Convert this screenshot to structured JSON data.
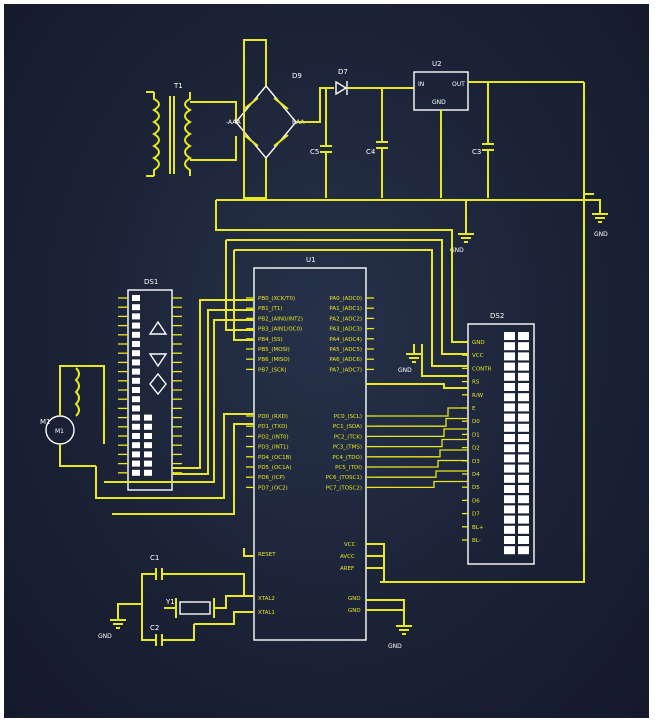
{
  "colors": {
    "wire": "#e8e81e",
    "outline": "#ffffff",
    "background": "#1b2236"
  },
  "refs": {
    "t1": "T1",
    "d9": "D9",
    "d7": "D7",
    "u2": "U2",
    "u1": "U1",
    "ds1": "DS1",
    "ds2": "DS2",
    "c5": "C5",
    "c4": "C4",
    "c3": "C3",
    "c1": "C1",
    "c2": "C2",
    "y1": "Y1",
    "m1": "M1"
  },
  "regulator": {
    "in": "IN",
    "out": "OUT",
    "gnd": "GND"
  },
  "bridge": {
    "ac_left": "-AAA",
    "ac_right": "BAA"
  },
  "gnd_label": "GND",
  "mcu": {
    "left_pins": [
      "PB0_(XCK/T0)",
      "PB1_(T1)",
      "PB2_(AIN0/INT2)",
      "PB3_(AIN1/OC0)",
      "PB4_(SS)",
      "PB5_(MOSI)",
      "PB6_(MISO)",
      "PB7_(SCK)"
    ],
    "left_pins_d": [
      "PD0_(RXD)",
      "PD1_(TXD)",
      "PD2_(INT0)",
      "PD3_(INT1)",
      "PD4_(OC1B)",
      "PD5_(OC1A)",
      "PD6_(ICP)",
      "PD7_(OC2)"
    ],
    "right_pins_a": [
      "PA0_(ADC0)",
      "PA1_(ADC1)",
      "PA2_(ADC2)",
      "PA3_(ADC3)",
      "PA4_(ADC4)",
      "PA5_(ADC5)",
      "PA6_(ADC6)",
      "PA7_(ADC7)"
    ],
    "right_pins_c": [
      "PC0_(SCL)",
      "PC1_(SDA)",
      "PC2_(TCK)",
      "PC3_(TMS)",
      "PC4_(TDO)",
      "PC5_(TDI)",
      "PC6_(TOSC1)",
      "PC7_(TOSC2)"
    ],
    "reset": "RESET",
    "xtal2": "XTAL2",
    "xtal1": "XTAL1",
    "vcc": "VCC",
    "avcc": "AVCC",
    "aref": "AREF",
    "gnd1": "GND",
    "gnd2": "GND"
  },
  "lcd": {
    "pins": [
      "GND",
      "VCC",
      "CONTR",
      "RS",
      "R/W",
      "E",
      "D0",
      "D1",
      "D2",
      "D3",
      "D4",
      "D5",
      "D6",
      "D7",
      "BL+",
      "BL-"
    ]
  }
}
